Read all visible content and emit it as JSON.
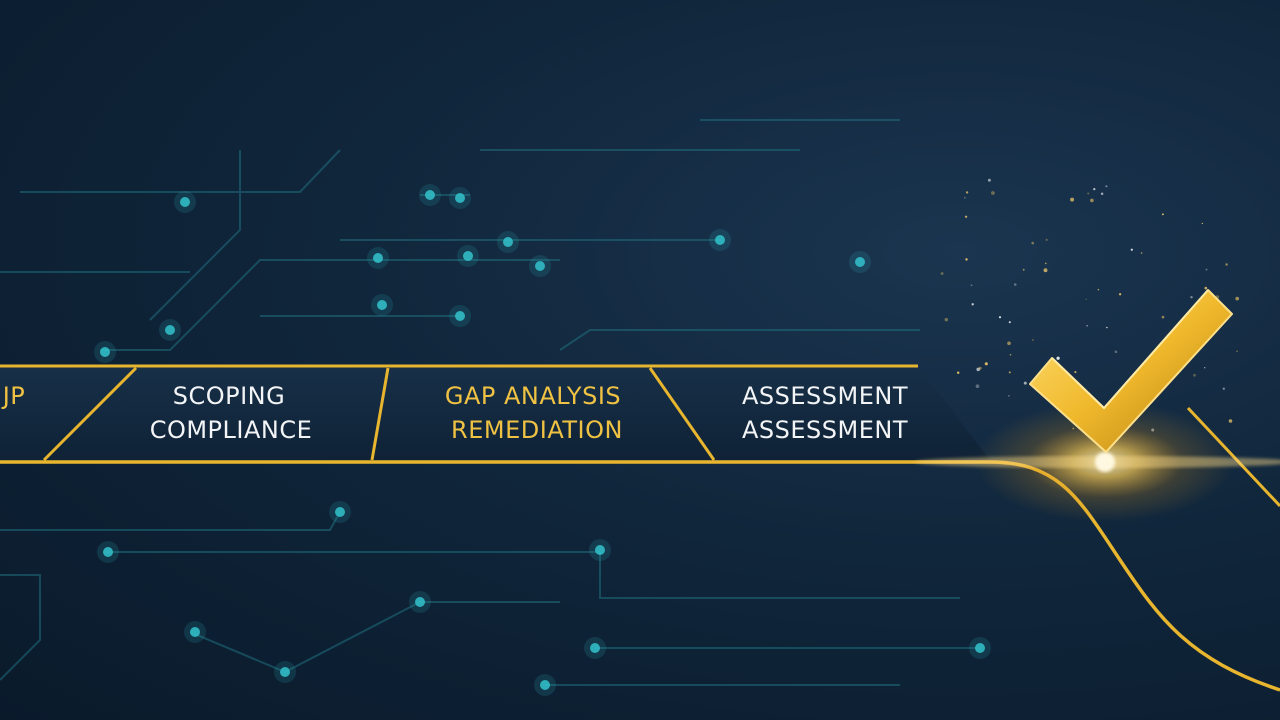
{
  "banner": {
    "segments": [
      {
        "lines": [
          "JP"
        ],
        "color": "#f0c243"
      },
      {
        "lines": [
          "SCOPING",
          "COMPLIANCE"
        ],
        "color": "#f2f4f6"
      },
      {
        "lines": [
          "GAP ANALYSIS",
          "REMEDIATION"
        ],
        "color": "#f0c243"
      },
      {
        "lines": [
          "ASSESSMENT",
          "ASSESSMENT"
        ],
        "color": "#f2f4f6"
      }
    ]
  },
  "colors": {
    "background": "#10263b",
    "gold": "#e8b52f",
    "circuit": "#2aa9b3",
    "banner_fill": "#12283e"
  },
  "icons": [
    "checkmark-icon",
    "circuit-pattern",
    "glow-flare"
  ]
}
